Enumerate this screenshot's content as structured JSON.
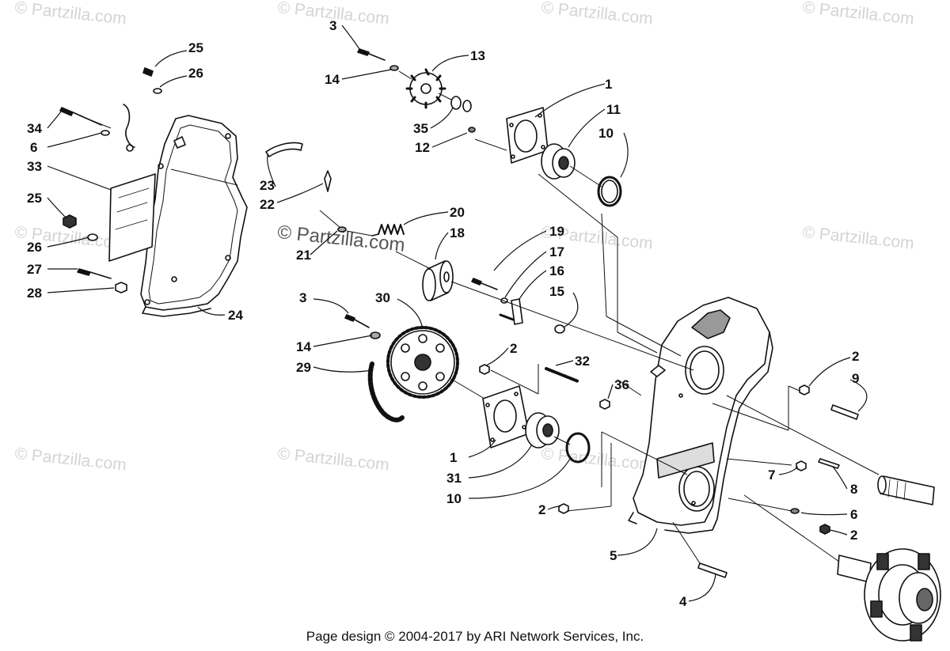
{
  "watermark": "© Partzilla.com",
  "footer": "Page design © 2004-2017 by ARI Network Services, Inc.",
  "callouts": {
    "c1a": "1",
    "c1b": "1",
    "c2a": "2",
    "c2b": "2",
    "c2c": "2",
    "c2d": "2",
    "c3a": "3",
    "c3b": "3",
    "c4": "4",
    "c5": "5",
    "c6a": "6",
    "c6b": "6",
    "c7": "7",
    "c8": "8",
    "c9": "9",
    "c10a": "10",
    "c10b": "10",
    "c11": "11",
    "c12": "12",
    "c13": "13",
    "c14a": "14",
    "c14b": "14",
    "c15": "15",
    "c16": "16",
    "c17": "17",
    "c18": "18",
    "c19": "19",
    "c20": "20",
    "c21": "21",
    "c22": "22",
    "c23": "23",
    "c24": "24",
    "c25a": "25",
    "c25b": "25",
    "c26a": "26",
    "c26b": "26",
    "c27": "27",
    "c28": "28",
    "c29": "29",
    "c30": "30",
    "c31": "31",
    "c32": "32",
    "c33": "33",
    "c34": "34",
    "c35": "35",
    "c36": "36"
  }
}
